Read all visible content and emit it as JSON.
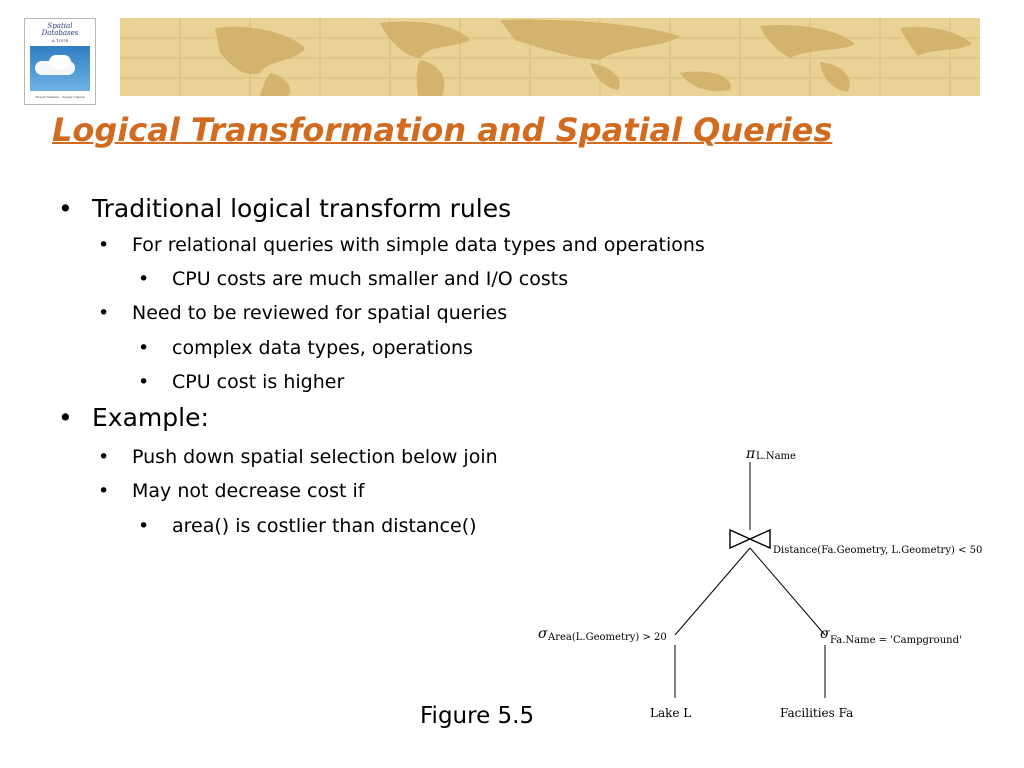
{
  "header": {
    "book": {
      "title": "Spatial Databases",
      "subtitle": "A TOUR",
      "authors": "Shashi Shekhar · Sanjay Chawla"
    }
  },
  "slide": {
    "title": "Logical Transformation and Spatial Queries",
    "bullets": [
      {
        "level": 1,
        "text": "Traditional logical transform rules"
      },
      {
        "level": 2,
        "text": "For relational queries with simple data types and operations"
      },
      {
        "level": 3,
        "text": "CPU costs are much smaller and I/O costs"
      },
      {
        "level": 2,
        "text": "Need to be reviewed for spatial queries"
      },
      {
        "level": 3,
        "text": "complex data types, operations"
      },
      {
        "level": 3,
        "text": "CPU cost is higher"
      },
      {
        "level": 1,
        "text": "Example:"
      },
      {
        "level": 2,
        "text": "Push down spatial selection below join"
      },
      {
        "level": 2,
        "text": "May not decrease cost if"
      },
      {
        "level": 3,
        "text": "area() is costlier than distance()"
      }
    ],
    "bullet_glyph": "•",
    "figure_caption": "Figure 5.5"
  },
  "tree": {
    "projection": {
      "symbol": "π",
      "subscript": "L.Name"
    },
    "join": {
      "condition": "Distance(Fa.Geometry, L.Geometry) < 50"
    },
    "left_select": {
      "symbol": "σ",
      "subscript": "Area(L.Geometry) > 20"
    },
    "right_select": {
      "symbol": "σ",
      "subscript": "Fa.Name = 'Campground'"
    },
    "left_leaf": "Lake L",
    "right_leaf": "Facilities Fa"
  },
  "colors": {
    "title": "#d06b1f",
    "banner": "#e9cf93",
    "banner_land": "#c9a75c",
    "text": "#000000"
  }
}
